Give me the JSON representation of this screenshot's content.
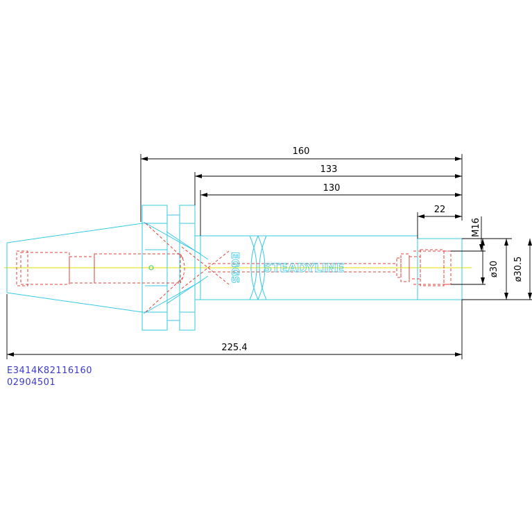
{
  "drawing": {
    "dimensions": {
      "total_length": "225.4",
      "flange_to_end": "160",
      "length_133": "133",
      "length_130": "130",
      "tip_length": "22",
      "thread": "M16",
      "bore_diameter": "ø30",
      "outer_diameter": "ø30.5"
    },
    "brand_marks": {
      "logo": "EGGS",
      "product_line": "STEADYLINE"
    },
    "part_number": "E3414K82116160",
    "article_number": "02904501",
    "colors": {
      "outline": "#35c8e6",
      "hidden_lines": "#e0403a",
      "center_line": "#e6e62a",
      "dimensions": "#000000",
      "text_codes": "#3a3ad0"
    }
  }
}
